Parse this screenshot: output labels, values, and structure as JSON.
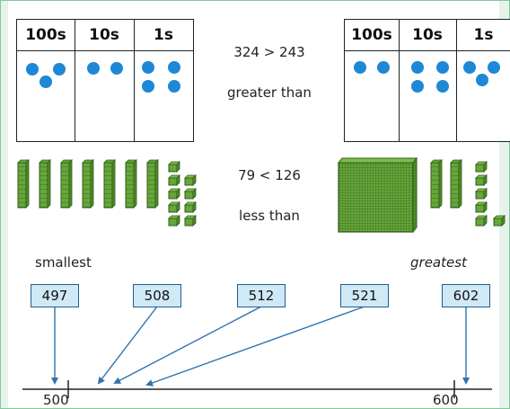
{
  "place_value_left": {
    "headers": [
      "100s",
      "10s",
      "1s"
    ],
    "counters": [
      3,
      2,
      4
    ]
  },
  "place_value_right": {
    "headers": [
      "100s",
      "10s",
      "1s"
    ],
    "counters": [
      2,
      4,
      3
    ]
  },
  "comparisons": {
    "first": "324 > 243",
    "first_label": "greater than",
    "second": "79 < 126",
    "second_label": "less than"
  },
  "base_ten_left": {
    "tens": 7,
    "ones": 9
  },
  "base_ten_right": {
    "hundreds": 1,
    "tens": 2,
    "ones": 6
  },
  "order_labels": {
    "smallest": "smallest",
    "greatest": "greatest"
  },
  "number_cards": [
    "497",
    "508",
    "512",
    "521",
    "602"
  ],
  "number_line": {
    "start": "500",
    "end": "600"
  },
  "colors": {
    "counter": "#1e88d6",
    "block_green": "#66a63a",
    "block_dark": "#2f5e17",
    "card_fill": "#cfe9f7",
    "card_border": "#1f5f8b",
    "arrow": "#2f73b0",
    "frame": "#7ec99a"
  }
}
